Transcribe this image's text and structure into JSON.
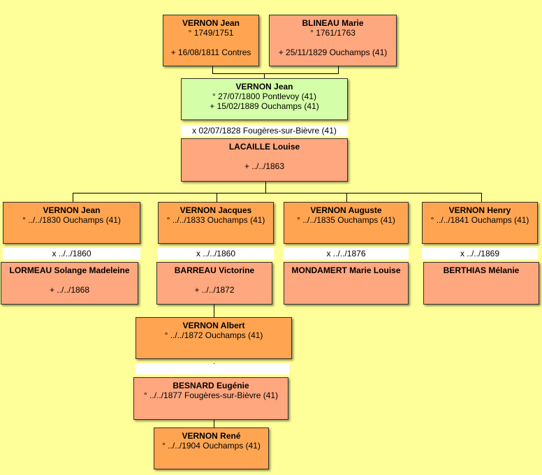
{
  "grandparents": {
    "father": {
      "name": "VERNON Jean",
      "birth": "° 1749/1751",
      "death": "+ 16/08/1811 Contres"
    },
    "mother": {
      "name": "BLINEAU Marie",
      "birth": "° 1761/1763",
      "death": "+ 25/11/1829 Ouchamps (41)"
    }
  },
  "root": {
    "name": "VERNON Jean",
    "birth": "° 27/07/1800 Pontlevoy (41)",
    "death": "+ 15/02/1889 Ouchamps (41)",
    "marriage": "x 02/07/1828 Fougères-sur-Bièvre (41)",
    "spouse": {
      "name": "LACAILLE Louise",
      "death": "+ ../../1863"
    }
  },
  "children": [
    {
      "name": "VERNON Jean",
      "birth": "° ../../1830 Ouchamps (41)",
      "marriage": "x ../../1860",
      "spouse": {
        "name": "LORMEAU Solange Madeleine",
        "death": "+ ../../1868"
      }
    },
    {
      "name": "VERNON Jacques",
      "birth": "° ../../1833 Ouchamps (41)",
      "marriage": "x ../../1860",
      "spouse": {
        "name": "BARREAU Victorine",
        "death": "+ ../../1872"
      }
    },
    {
      "name": "VERNON Auguste",
      "birth": "° ../../1835 Ouchamps (41)",
      "marriage": "x ../../1876",
      "spouse": {
        "name": "MONDAMERT Marie Louise",
        "death": ""
      }
    },
    {
      "name": "VERNON Henry",
      "birth": "° ../../1841 Ouchamps (41)",
      "marriage": "x ../../1869",
      "spouse": {
        "name": "BERTHIAS Mélanie",
        "death": ""
      }
    }
  ],
  "grandchild": {
    "name": "VERNON Albert",
    "birth": "° ../../1872 Ouchamps (41)",
    "marriage": "",
    "spouse": {
      "name": "BESNARD Eugénie",
      "birth": "° ../../1877 Fougères-sur-Bièvre (41)"
    }
  },
  "great_grandchild": {
    "name": "VERNON René",
    "birth": "° ../../1904 Ouchamps (41)"
  }
}
